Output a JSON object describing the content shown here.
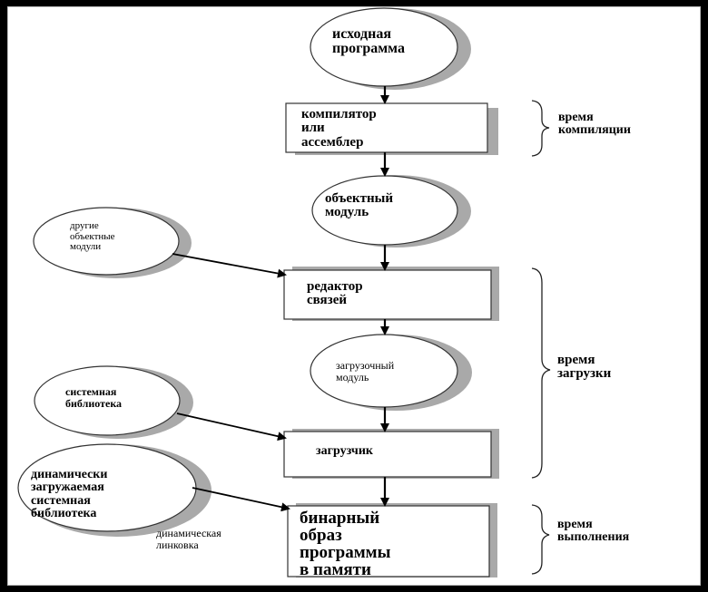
{
  "nodes": {
    "source_program": "исходная\nпрограмма",
    "compiler": "компилятор\nили\nассемблер",
    "object_module": "объектный\nмодуль",
    "other_modules": "другие\nобъектные\nмодули",
    "linker": "редактор\nсвязей",
    "load_module": "загрузочный\nмодуль",
    "system_library": "системная\nбиблиотека",
    "loader": "загрузчик",
    "dynamic_library": "динамически\nзагружаемая\nсистемная\nбиблиотека",
    "binary_image": "бинарный\nобраз\nпрограммы\nв памяти"
  },
  "annotations": {
    "dynamic_linking": "динамическая\nлинковка"
  },
  "phases": {
    "compile_time": "время\nкомпиляции",
    "load_time": "время\nзагрузки",
    "run_time": "время\nвыполнения"
  },
  "colors": {
    "background": "#ffffff",
    "frame": "#000000",
    "node_fill": "#ffffff",
    "node_shadow": "#a9a9a9",
    "node_border": "#333333",
    "arrow": "#000000"
  }
}
